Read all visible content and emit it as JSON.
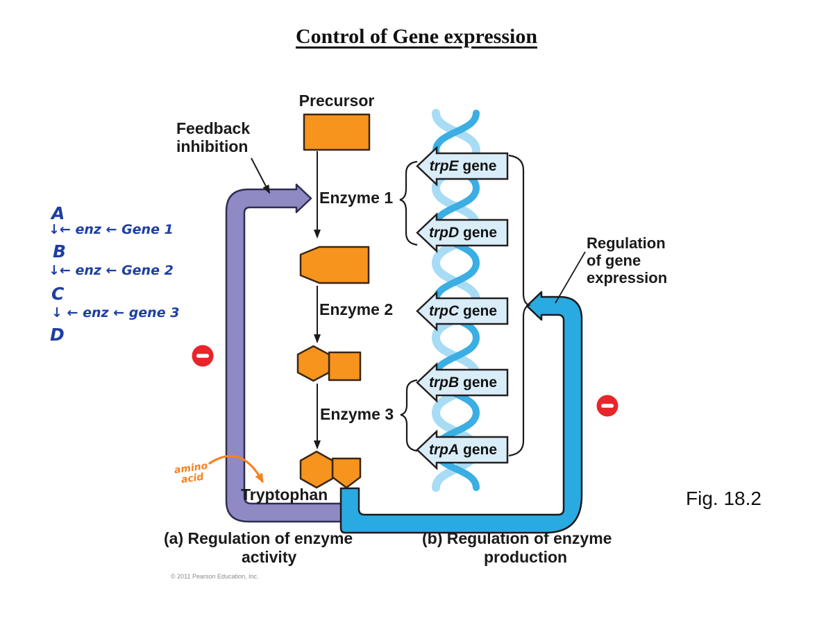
{
  "title": "Control of Gene expression",
  "fig_label": "Fig. 18.2",
  "copyright": "© 2011 Pearson Education, Inc.",
  "pathway": {
    "precursor_label": "Precursor",
    "feedback_label": "Feedback\ninhibition",
    "enzyme1_label": "Enzyme 1",
    "enzyme2_label": "Enzyme 2",
    "enzyme3_label": "Enzyme 3",
    "tryptophan_label": "Tryptophan",
    "regulation_label": "Regulation\nof gene\nexpression"
  },
  "genes": [
    {
      "name": "trpE",
      "suffix": " gene"
    },
    {
      "name": "trpD",
      "suffix": " gene"
    },
    {
      "name": "trpC",
      "suffix": " gene"
    },
    {
      "name": "trpB",
      "suffix": " gene"
    },
    {
      "name": "trpA",
      "suffix": " gene"
    }
  ],
  "captions": {
    "a_line1": "(a) Regulation of enzyme",
    "a_line2": "activity",
    "b_line1": "(b) Regulation of enzyme",
    "b_line2": "production"
  },
  "handwriting": {
    "row_a": "A",
    "chain_1": "↓← enz  ← Gene 1",
    "row_b": "B",
    "chain_2": "↓← enz  ← Gene 2",
    "row_c": "C",
    "chain_3": "↓ ← enz  ← gene 3",
    "row_d": "D",
    "amino_label": "amino\nacid"
  },
  "colors": {
    "orange": "#F7941E",
    "purple": "#8F8AC4",
    "blue": "#29ABE2",
    "gene_fill": "#D9EDF9",
    "helix_light": "#A8DCF5",
    "helix_mid": "#3BAEE3",
    "minus_red": "#E8252A",
    "ink_blue": "#1D3FA3",
    "amino_orange": "#F58220"
  }
}
